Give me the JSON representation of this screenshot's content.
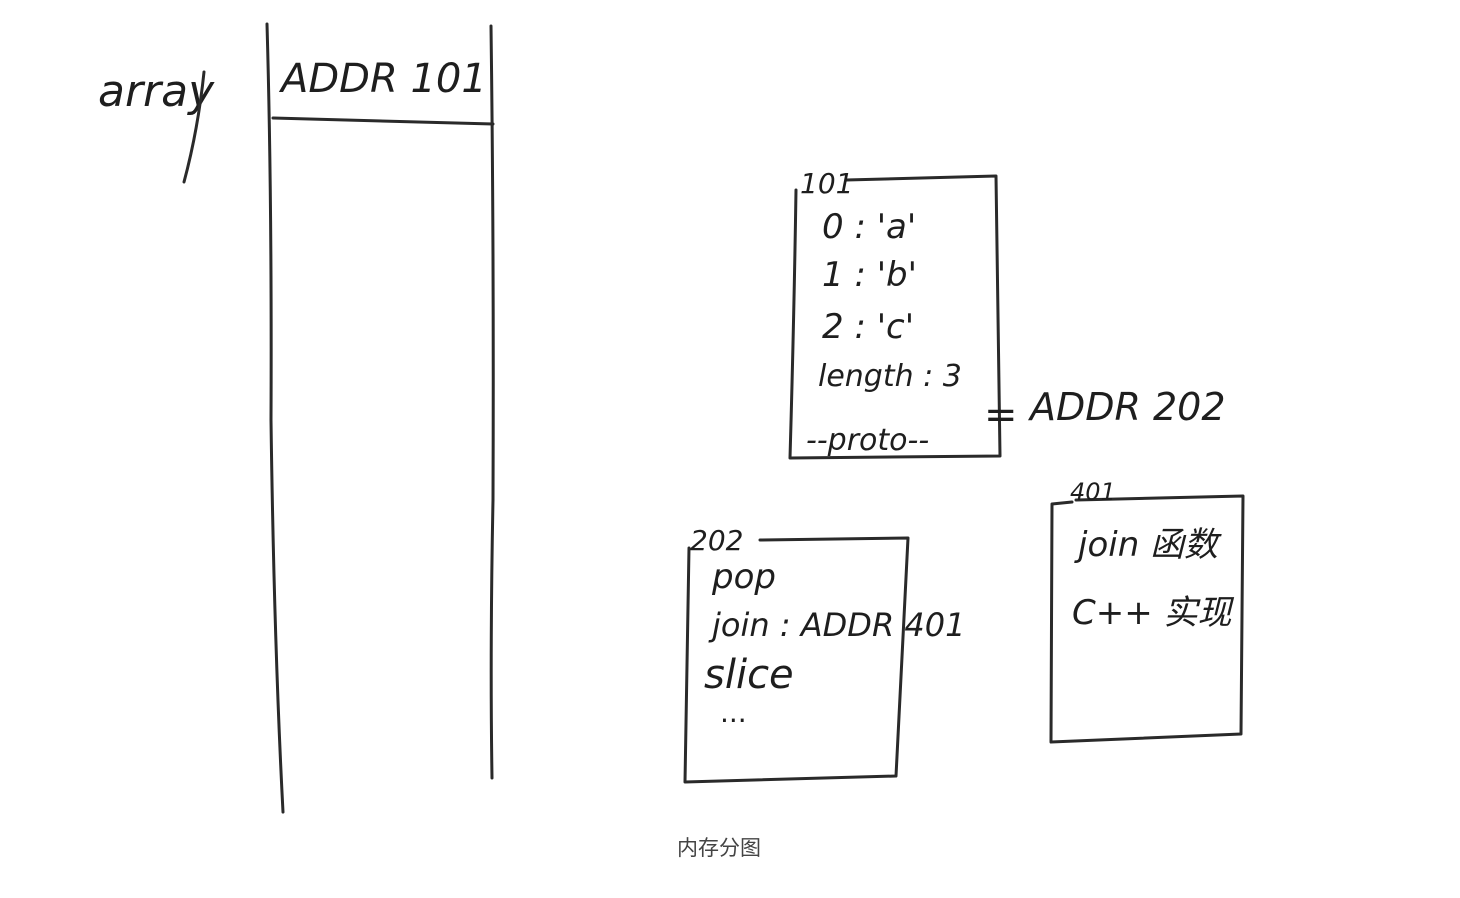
{
  "stack": {
    "variable_label": "array",
    "cell_value": "ADDR 101"
  },
  "object_101": {
    "address": "101",
    "entries": [
      "0 : 'a'",
      "1 : 'b'",
      "2 : 'c'",
      "length : 3"
    ],
    "proto_label": "--proto--",
    "proto_value": "ADDR 202"
  },
  "object_202": {
    "address": "202",
    "entries": [
      "pop",
      "join : ADDR 401",
      "slice",
      "..."
    ]
  },
  "object_401": {
    "address": "401",
    "entries": [
      "join 函数",
      "C++ 实现"
    ]
  },
  "caption": "内存分图",
  "ink_color": "#2a2a2a"
}
